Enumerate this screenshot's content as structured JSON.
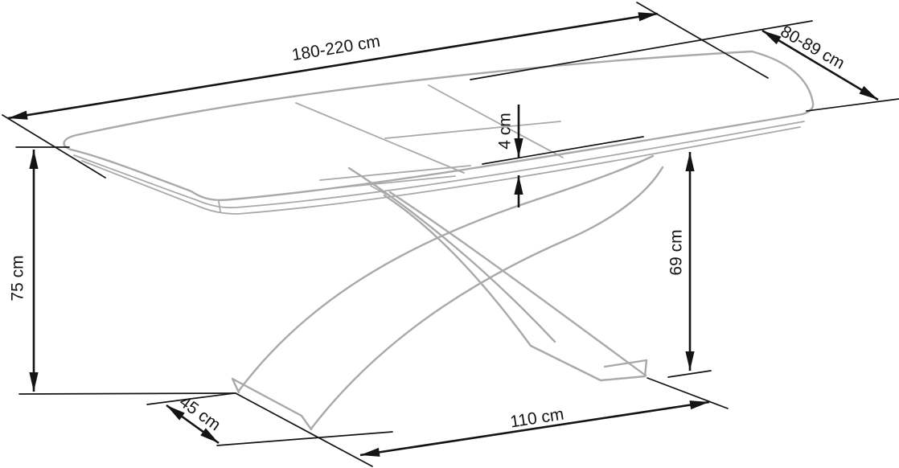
{
  "diagram": {
    "subject": "extendable-dining-table-dimension-drawing",
    "unit": "cm",
    "dimensions": {
      "tabletop_length": {
        "label": "180-220 cm",
        "min": 180,
        "max": 220
      },
      "tabletop_depth": {
        "label": "80-89 cm",
        "min": 80,
        "max": 89
      },
      "tabletop_thickness": {
        "label": "4 cm",
        "value": 4
      },
      "total_height": {
        "label": "75 cm",
        "value": 75
      },
      "underside_clearance": {
        "label": "69 cm",
        "value": 69
      },
      "base_foot_depth": {
        "label": "45 cm",
        "value": 45
      },
      "base_length": {
        "label": "110 cm",
        "value": 110
      }
    },
    "colors": {
      "furniture_outline": "#a9a9a9",
      "dimension_lines": "#141414",
      "background": "#ffffff"
    }
  }
}
